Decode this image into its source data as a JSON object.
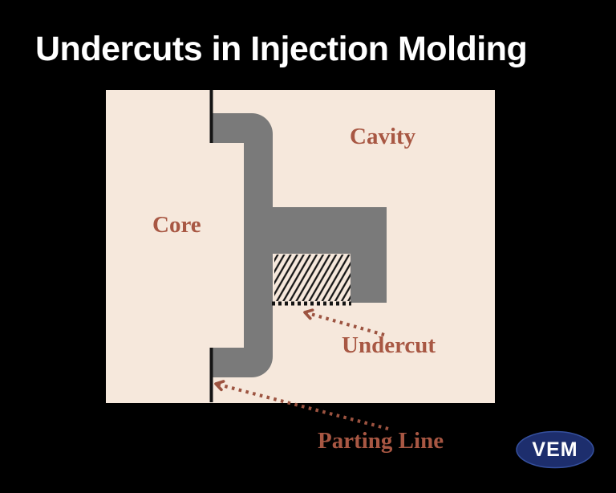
{
  "title": "Undercuts in Injection Molding",
  "diagram": {
    "labels": {
      "cavity": "Cavity",
      "core": "Core",
      "undercut": "Undercut",
      "parting_line": "Parting Line"
    }
  },
  "logo": {
    "text": "VEM"
  },
  "colors": {
    "background": "#000000",
    "title_text": "#ffffff",
    "panel_cream": "#f6e8dc",
    "part_gray": "#7a7a7a",
    "label_text": "#a85743",
    "arrow_dotted": "#9c5340",
    "diagram_line_black": "#141414",
    "logo_bg": "#1d2e6d",
    "logo_text": "#ffffff"
  }
}
